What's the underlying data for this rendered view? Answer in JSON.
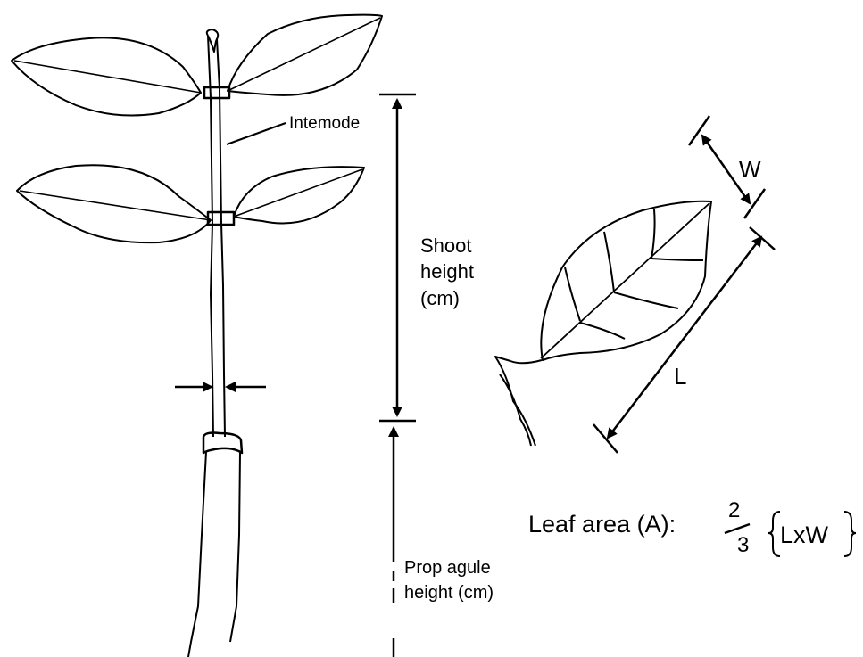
{
  "labels": {
    "internode": "Intemode",
    "shoot_height_line1": "Shoot",
    "shoot_height_line2": "height",
    "shoot_height_line3": "(cm)",
    "propagule_line1": "Prop agule",
    "propagule_line2": "height (cm)",
    "width": "W",
    "length": "L"
  },
  "formula": {
    "prefix": "Leaf area (A):",
    "numerator": "2",
    "denominator": "3",
    "expression": "LxW"
  },
  "colors": {
    "ink": "#000000",
    "background": "#ffffff"
  }
}
